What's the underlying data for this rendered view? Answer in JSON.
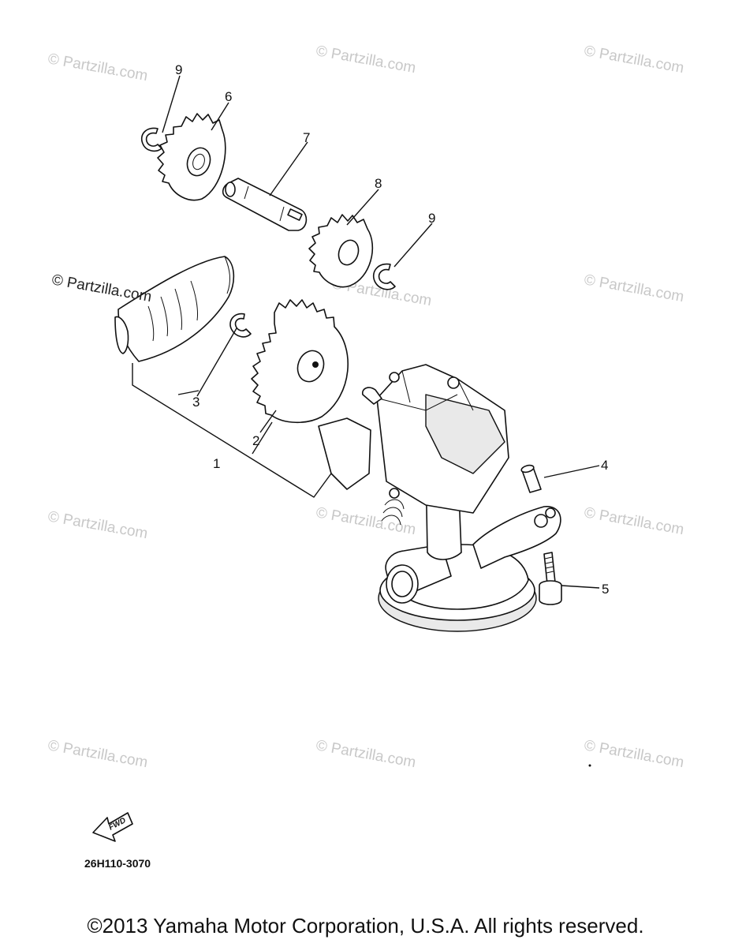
{
  "watermarks": [
    {
      "text": "© Partzilla.com"
    },
    {
      "text": "© Partzilla.com"
    },
    {
      "text": "© Partzilla.com"
    },
    {
      "text": "© Partzilla.com"
    },
    {
      "text": "© Partzilla.com"
    },
    {
      "text": "© Partzilla.com"
    },
    {
      "text": "© Partzilla.com"
    },
    {
      "text": "© Partzilla.com"
    },
    {
      "text": "© Partzilla.com"
    },
    {
      "text": "© Partzilla.com"
    },
    {
      "text": "© Partzilla.com"
    },
    {
      "text": "© Partzilla.com"
    }
  ],
  "callouts": {
    "c1": "1",
    "c2": "2",
    "c3": "3",
    "c4": "4",
    "c5": "5",
    "c6": "6",
    "c7": "7",
    "c8": "8",
    "c9a": "9",
    "c9b": "9"
  },
  "fwd_label": "FWD",
  "diagram_code": "26H110-3070",
  "copyright": "©2013 Yamaha Motor Corporation, U.S.A. All rights reserved."
}
